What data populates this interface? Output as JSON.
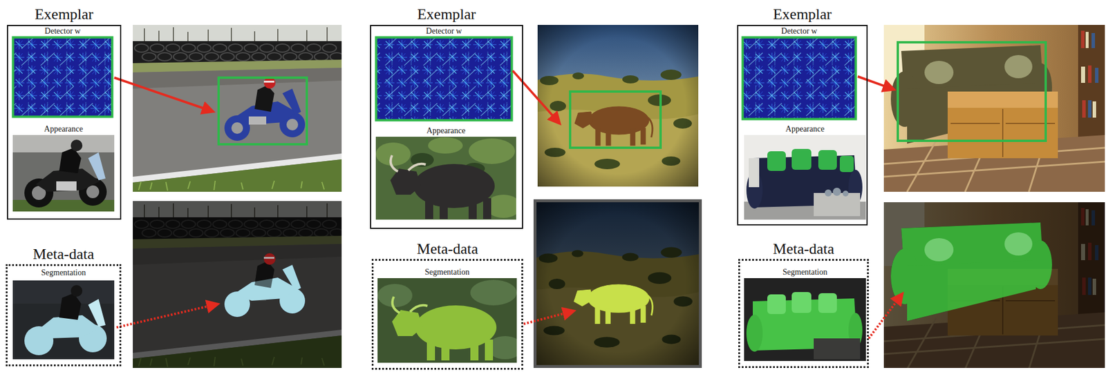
{
  "diagram": {
    "nodes": [
      {
        "text": [
          "Exemplar"
        ]
      },
      {
        "text": [
          "Detector w"
        ],
        "in": 0
      },
      {
        "text": [
          "Appearance"
        ],
        "in": 0
      },
      {
        "text": [
          "Meta-data"
        ]
      },
      {
        "text": [
          "Segmentation"
        ],
        "in": 3
      },
      {
        "text": [
          "Exemplar"
        ]
      },
      {
        "text": [
          "Detector w"
        ],
        "in": 5
      },
      {
        "text": [
          "Appearance"
        ],
        "in": 5
      },
      {
        "text": [
          "Meta-data"
        ]
      },
      {
        "text": [
          "Segmentation"
        ],
        "in": 8
      },
      {
        "text": [
          "Exemplar"
        ]
      },
      {
        "text": [
          "Detector w"
        ],
        "in": 10
      },
      {
        "text": [
          "Appearance"
        ],
        "in": 10
      },
      {
        "text": [
          "Meta-data"
        ]
      },
      {
        "text": [
          "Segmentation"
        ],
        "in": 13
      }
    ]
  }
}
